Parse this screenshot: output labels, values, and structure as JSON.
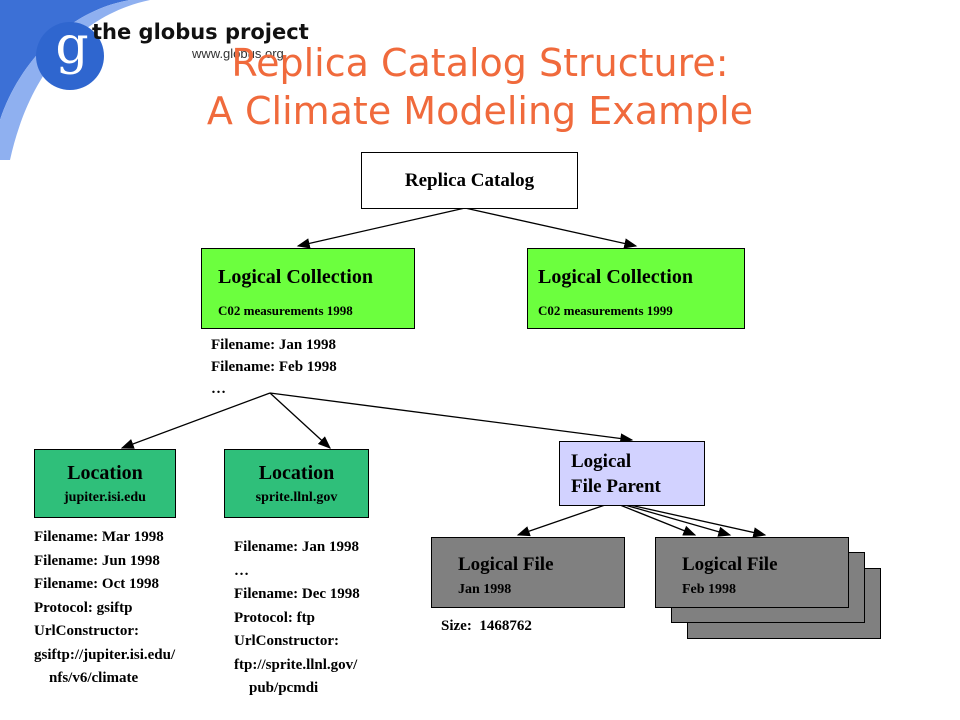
{
  "logo": {
    "letter": "g",
    "name": "the globus project",
    "url": "www.globus.org"
  },
  "title": {
    "line1": "Replica Catalog Structure:",
    "line2": "A Climate Modeling Example"
  },
  "colors": {
    "title": "#f06a3c",
    "collection": "#6cff3e",
    "location": "#2fbf7a",
    "parent": "#d2d2ff",
    "file": "#808080",
    "logo_blue": "#3c70d6"
  },
  "catalog": {
    "label": "Replica Catalog"
  },
  "collections": [
    {
      "title": "Logical Collection",
      "subtitle": "C02 measurements 1998"
    },
    {
      "title": "Logical Collection",
      "subtitle": "C02 measurements 1999"
    }
  ],
  "collection_files": [
    "Filename: Jan 1998",
    "Filename: Feb 1998",
    "…"
  ],
  "locations": [
    {
      "title": "Location",
      "host": "jupiter.isi.edu",
      "details": [
        "Filename: Mar 1998",
        "Filename: Jun 1998",
        "Filename: Oct 1998",
        "Protocol: gsiftp",
        "UrlConstructor:",
        "gsiftp://jupiter.isi.edu/",
        "    nfs/v6/climate"
      ]
    },
    {
      "title": "Location",
      "host": "sprite.llnl.gov",
      "details": [
        "Filename: Jan 1998",
        "…",
        "Filename: Dec 1998",
        "Protocol: ftp",
        "UrlConstructor:",
        "ftp://sprite.llnl.gov/",
        "    pub/pcmdi"
      ]
    }
  ],
  "parent": {
    "line1": "Logical",
    "line2": "File Parent"
  },
  "files": [
    {
      "title": "Logical File",
      "subtitle": "Jan 1998"
    },
    {
      "title": "Logical File",
      "subtitle": "Feb 1998"
    }
  ],
  "size_label": "Size:  1468762"
}
